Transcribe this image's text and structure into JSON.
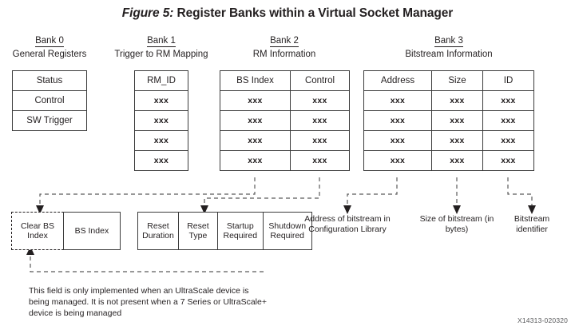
{
  "figure": {
    "number_label": "Figure 5:",
    "title": "Register Banks within a Virtual Socket Manager",
    "doc_id": "X14313-020320"
  },
  "banks": [
    {
      "id": "Bank 0",
      "description": "General Registers",
      "columns": [],
      "rows": [
        [
          "Status"
        ],
        [
          "Control"
        ],
        [
          "SW Trigger"
        ]
      ]
    },
    {
      "id": "Bank 1",
      "description": "Trigger to RM Mapping",
      "columns": [
        "RM_ID"
      ],
      "rows": [
        [
          "xxx"
        ],
        [
          "xxx"
        ],
        [
          "xxx"
        ],
        [
          "xxx"
        ]
      ]
    },
    {
      "id": "Bank 2",
      "description": "RM Information",
      "columns": [
        "BS Index",
        "Control"
      ],
      "rows": [
        [
          "xxx",
          "xxx"
        ],
        [
          "xxx",
          "xxx"
        ],
        [
          "xxx",
          "xxx"
        ],
        [
          "xxx",
          "xxx"
        ]
      ]
    },
    {
      "id": "Bank 3",
      "description": "Bitstream Information",
      "columns": [
        "Address",
        "Size",
        "ID"
      ],
      "rows": [
        [
          "xxx",
          "xxx",
          "xxx"
        ],
        [
          "xxx",
          "xxx",
          "xxx"
        ],
        [
          "xxx",
          "xxx",
          "xxx"
        ],
        [
          "xxx",
          "xxx",
          "xxx"
        ]
      ]
    }
  ],
  "bs_index_detail": {
    "cells": [
      {
        "label": "Clear BS Index",
        "style": "dashed"
      },
      {
        "label": "BS Index",
        "style": "solid"
      }
    ]
  },
  "control_detail": {
    "cells": [
      {
        "label": "Reset Duration",
        "style": "solid"
      },
      {
        "label": "Reset Type",
        "style": "solid"
      },
      {
        "label": "Startup Required",
        "style": "solid"
      },
      {
        "label": "Shutdown Required",
        "style": "solid"
      }
    ]
  },
  "callouts": [
    {
      "name": "address-callout",
      "text": "Address of bitstream in Configuration Library"
    },
    {
      "name": "size-callout",
      "text": "Size of bitstream (in bytes)"
    },
    {
      "name": "id-callout",
      "text": "Bitstream identifier"
    }
  ],
  "footnote": {
    "text": "This field is only implemented when an UltraScale device is being managed.  It is not present when a 7 Series or UltraScale+ device is being managed"
  }
}
